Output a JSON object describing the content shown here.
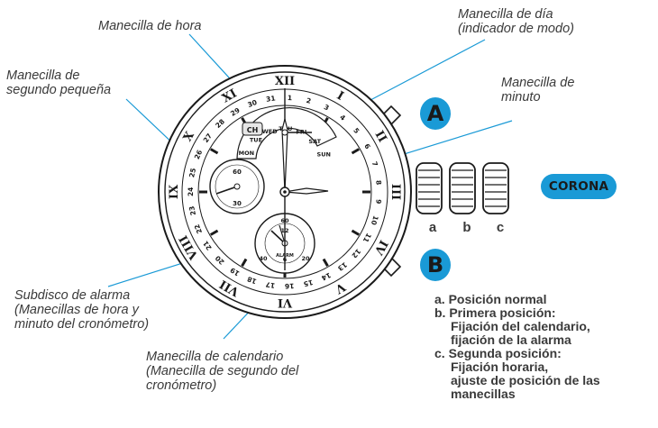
{
  "callouts": {
    "hour_hand": "Manecilla de hora",
    "day_hand": [
      "Manecilla de día",
      "(indicador de modo)"
    ],
    "small_second": [
      "Manecilla de",
      "segundo pequeña"
    ],
    "minute_hand": [
      "Manecilla de",
      "minuto"
    ],
    "alarm_subdial": [
      "Subdisco de alarma",
      "(Manecillas de hora y",
      "minuto del cronómetro)"
    ],
    "calendar_hand": [
      "Manecilla de calendario",
      "(Manecilla de segundo del",
      "cronómetro)"
    ]
  },
  "buttons": {
    "a": "A",
    "b": "B"
  },
  "crown": {
    "label": "CORONA",
    "positions": [
      "a",
      "b",
      "c"
    ]
  },
  "positions_list": [
    {
      "head": "a. Posición normal",
      "lines": []
    },
    {
      "head": "b. Primera posición:",
      "lines": [
        "Fijación del calendario,",
        "fijación de la alarma"
      ]
    },
    {
      "head": "c. Segunda posición:",
      "lines": [
        "Fijación horaria,",
        "ajuste de posición de las",
        "manecillas"
      ]
    }
  ],
  "dial": {
    "date_numbers": [
      "1",
      "2",
      "3",
      "4",
      "5",
      "6",
      "7",
      "8",
      "9",
      "10",
      "11",
      "12",
      "13",
      "14",
      "15",
      "16",
      "17",
      "18",
      "19",
      "20",
      "21",
      "22",
      "23",
      "24",
      "25",
      "26",
      "27",
      "28",
      "29",
      "30",
      "31"
    ],
    "day_window": [
      "MON",
      "TUE",
      "WED",
      "THU",
      "FRI",
      "SAT",
      "SUN"
    ],
    "mode_label": "CH",
    "small_second_numbers": [
      "60",
      "30"
    ],
    "alarm_numbers": [
      "60",
      "20",
      "40",
      "12",
      "6",
      "ALARM"
    ],
    "roman_numerals": [
      "XII",
      "I",
      "II",
      "III",
      "IV",
      "V",
      "VI",
      "VII",
      "VIII",
      "IX",
      "X",
      "XI"
    ]
  },
  "colors": {
    "accent": "#1a9ad6",
    "ink": "#1a1a1a",
    "text": "#3a3a3a"
  }
}
